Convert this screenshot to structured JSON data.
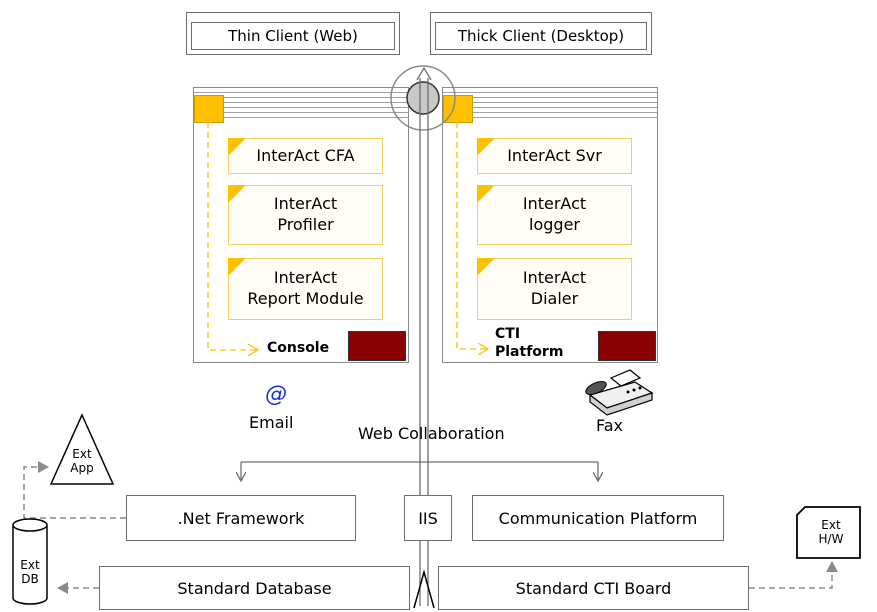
{
  "clients": {
    "thin": "Thin Client (Web)",
    "thick": "Thick Client (Desktop)"
  },
  "console_panel": {
    "modules": [
      {
        "line1": "InterAct CFA",
        "line2": ""
      },
      {
        "line1": "InterAct",
        "line2": "Profiler"
      },
      {
        "line1": "InterAct",
        "line2": "Report Module"
      }
    ],
    "label": "Console"
  },
  "cti_panel": {
    "modules": [
      {
        "line1": "InterAct Svr",
        "line2": ""
      },
      {
        "line1": "InterAct",
        "line2": "logger"
      },
      {
        "line1": "InterAct",
        "line2": "Dialer"
      }
    ],
    "label_line1": "CTI",
    "label_line2": "Platform"
  },
  "channels": {
    "email_symbol": "@",
    "email": "Email",
    "web_collab": "Web Collaboration",
    "fax": "Fax"
  },
  "infrastructure": {
    "net": ".Net Framework",
    "iis": "IIS",
    "comm": "Communication Platform",
    "db": "Standard Database",
    "cti_board": "Standard CTI Board"
  },
  "externals": {
    "app_line1": "Ext",
    "app_line2": "App",
    "db_line1": "Ext",
    "db_line2": "DB",
    "hw_line1": "Ext",
    "hw_line2": "H/W"
  },
  "colors": {
    "accent_yellow": "#ffc000",
    "maroon": "#8b0000",
    "line_gray": "#6e6e6e",
    "email_blue": "#1f2fd8"
  }
}
